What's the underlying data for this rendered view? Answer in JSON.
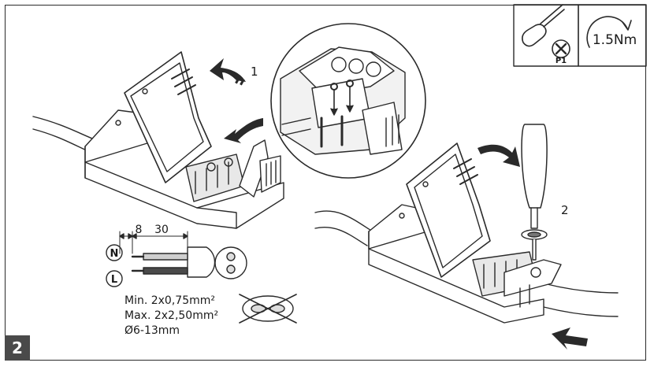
{
  "step_number": "2",
  "tools": {
    "screwdriver_label": "P1",
    "torque_label": "1.5Nm"
  },
  "arrows": {
    "open_step": "1",
    "screw_step": "2"
  },
  "strip_lengths": {
    "inner": "8",
    "outer": "30"
  },
  "wires": {
    "neutral": "N",
    "live": "L"
  },
  "specs": {
    "min": "Min. 2x0,75mm²",
    "max": "Max. 2x2,50mm²",
    "diameter": "Ø6-13mm"
  },
  "colors": {
    "line": "#2a2a2a",
    "fill": "#ffffff",
    "shade": "#d0d0d0",
    "badge": "#4a4a4a"
  }
}
